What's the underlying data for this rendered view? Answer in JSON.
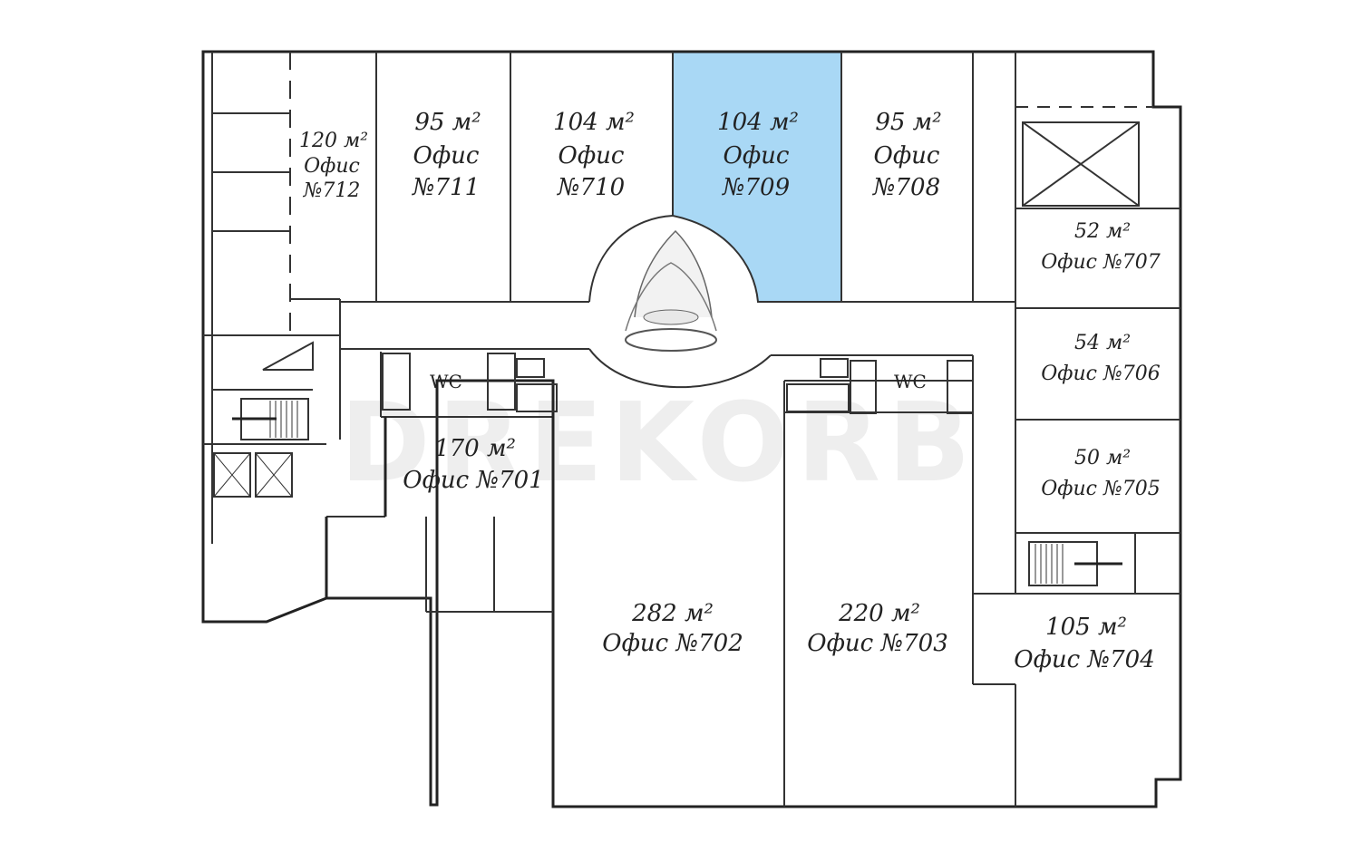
{
  "plan": {
    "watermark": "DREKORB",
    "highlight_color": "#a9d8f5",
    "wc_label": "WC",
    "rooms": [
      {
        "id": "712",
        "area": "120 м²",
        "name": "Офис",
        "number": "№712",
        "highlighted": false
      },
      {
        "id": "711",
        "area": "95 м²",
        "name": "Офис",
        "number": "№711",
        "highlighted": false
      },
      {
        "id": "710",
        "area": "104 м²",
        "name": "Офис",
        "number": "№710",
        "highlighted": false
      },
      {
        "id": "709",
        "area": "104 м²",
        "name": "Офис",
        "number": "№709",
        "highlighted": true
      },
      {
        "id": "708",
        "area": "95 м²",
        "name": "Офис",
        "number": "№708",
        "highlighted": false
      },
      {
        "id": "707",
        "area": "52 м²",
        "name": "Офис №707",
        "highlighted": false
      },
      {
        "id": "706",
        "area": "54 м²",
        "name": "Офис №706",
        "highlighted": false
      },
      {
        "id": "705",
        "area": "50 м²",
        "name": "Офис №705",
        "highlighted": false
      },
      {
        "id": "704",
        "area": "105 м²",
        "name": "Офис №704",
        "highlighted": false
      },
      {
        "id": "703",
        "area": "220 м²",
        "name": "Офис №703",
        "highlighted": false
      },
      {
        "id": "702",
        "area": "282 м²",
        "name": "Офис №702",
        "highlighted": false
      },
      {
        "id": "701",
        "area": "170 м²",
        "name": "Офис №701",
        "highlighted": false
      }
    ]
  }
}
